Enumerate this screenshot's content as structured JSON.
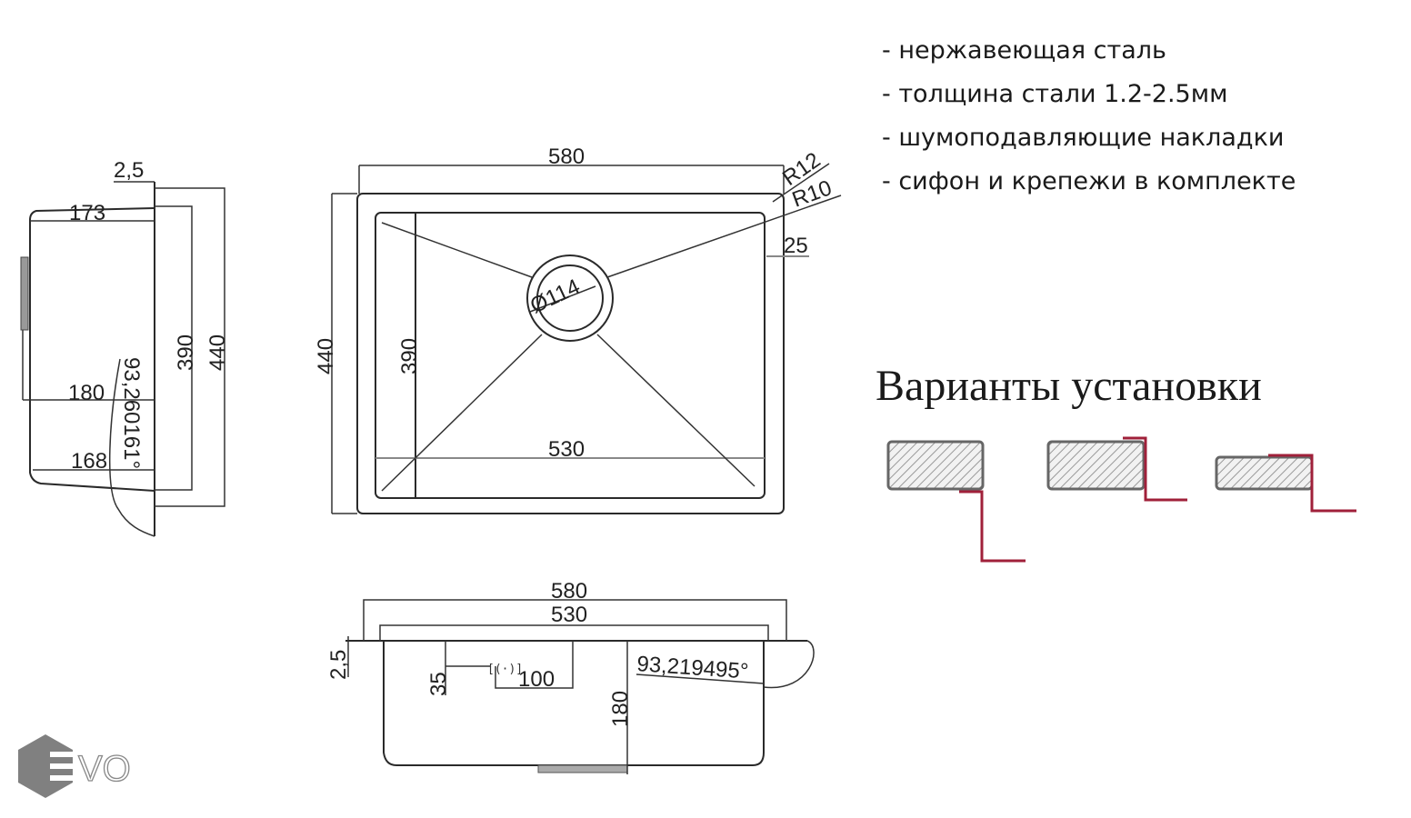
{
  "features": [
    "- нержавеющая сталь",
    "- толщина стали 1.2-2.5мм",
    "- шумоподавляющие накладки",
    "- сифон и крепежи в комплекте"
  ],
  "install_title": "Варианты установки",
  "install_variants": [
    "undermount",
    "flush-mount",
    "top-mount"
  ],
  "top_view": {
    "width": "580",
    "depth": "440",
    "inner_depth": "390",
    "inner_width": "530",
    "radius_outer": "R12",
    "radius_inner": "R10",
    "rim": "25",
    "drain": "Ø114"
  },
  "side_view": {
    "thickness": "2,5",
    "top": "173",
    "depth": "180",
    "bottom": "168",
    "angle": "93,260161°",
    "inner_depth": "390",
    "depth_total": "440"
  },
  "front_view": {
    "width": "580",
    "inner_width": "530",
    "thickness": "2,5",
    "overflow_height": "35",
    "overflow_offset": "100",
    "depth": "180",
    "angle": "93,219495°"
  },
  "logo": "EVO",
  "colors": {
    "mount_line": "#a0203a",
    "line": "#2a2a2a"
  }
}
